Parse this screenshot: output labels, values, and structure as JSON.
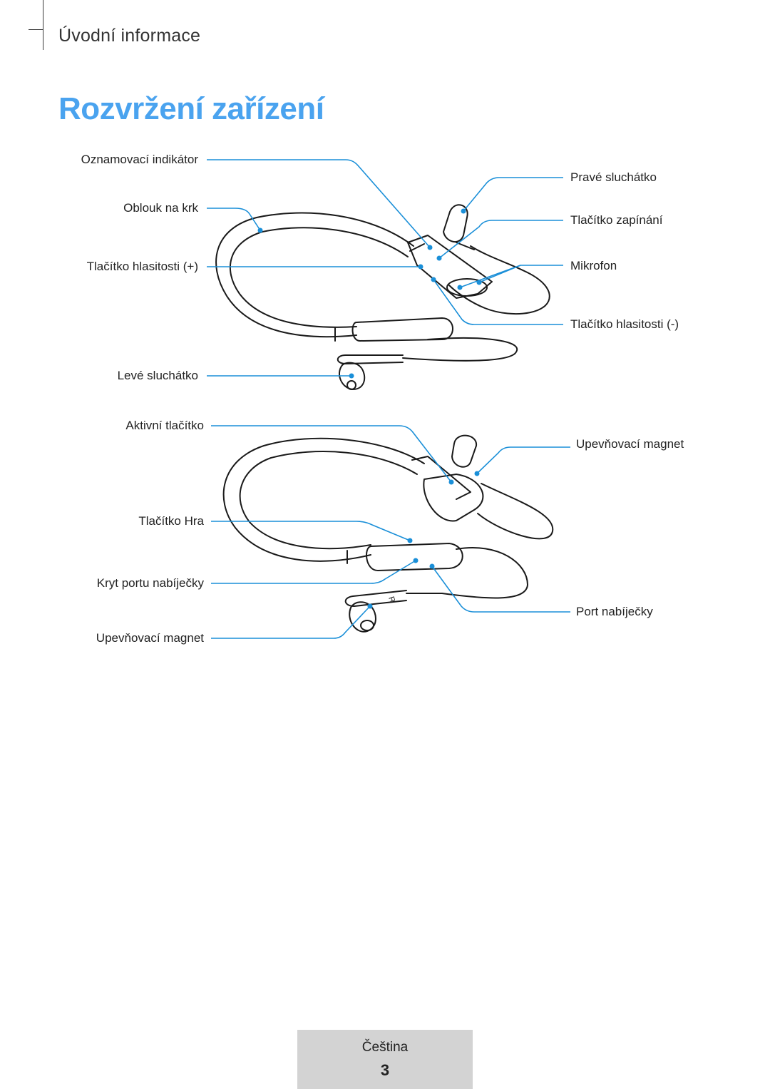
{
  "header": {
    "section": "Úvodní informace",
    "title": "Rozvržení zařízení"
  },
  "diagram_top": {
    "labels": {
      "notification_indicator": "Oznamovací indikátor",
      "neck_band": "Oblouk na krk",
      "volume_up": "Tlačítko hlasitosti (+)",
      "left_earbud": "Levé sluchátko",
      "right_earbud": "Pravé sluchátko",
      "power_button": "Tlačítko zapínání",
      "microphone": "Mikrofon",
      "volume_down": "Tlačítko hlasitosti (-)"
    }
  },
  "diagram_bottom": {
    "labels": {
      "active_button": "Aktivní tlačítko",
      "play_button": "Tlačítko Hra",
      "charging_port_cover": "Kryt portu nabíječky",
      "fixing_magnet_left": "Upevňovací magnet",
      "fixing_magnet_right": "Upevňovací magnet",
      "charging_port": "Port nabíječky"
    },
    "earbud_marking": "R"
  },
  "footer": {
    "language": "Čeština",
    "page_number": "3"
  },
  "colors": {
    "accent": "#4aa3ef",
    "callout": "#1a8fd8",
    "footer_bg": "#d3d3d3"
  }
}
